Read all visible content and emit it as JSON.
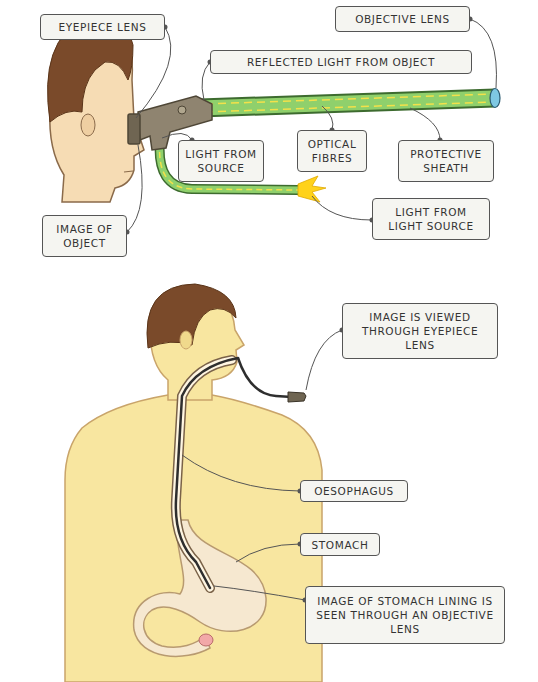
{
  "diagram": {
    "nodes": [
      {
        "text": [
          "EYEPIECE LENS"
        ]
      },
      {
        "text": [
          "OBJECTIVE LENS"
        ]
      },
      {
        "text": [
          "REFLECTED LIGHT FROM OBJECT"
        ]
      },
      {
        "text": [
          "LIGHT FROM SOURCE"
        ]
      },
      {
        "text": [
          "OPTICAL FIBRES"
        ]
      },
      {
        "text": [
          "PROTECTIVE SHEATH"
        ]
      },
      {
        "text": [
          "LIGHT FROM LIGHT SOURCE"
        ]
      },
      {
        "text": [
          "IMAGE OF OBJECT"
        ]
      },
      {
        "text": [
          "IMAGE IS VIEWED THROUGH EYEPIECE LENS"
        ]
      },
      {
        "text": [
          "OESOPHAGUS"
        ]
      },
      {
        "text": [
          "STOMACH"
        ]
      },
      {
        "text": [
          "IMAGE OF STOMACH LINING IS SEEN THROUGH AN OBJECTIVE LENS"
        ]
      }
    ]
  }
}
